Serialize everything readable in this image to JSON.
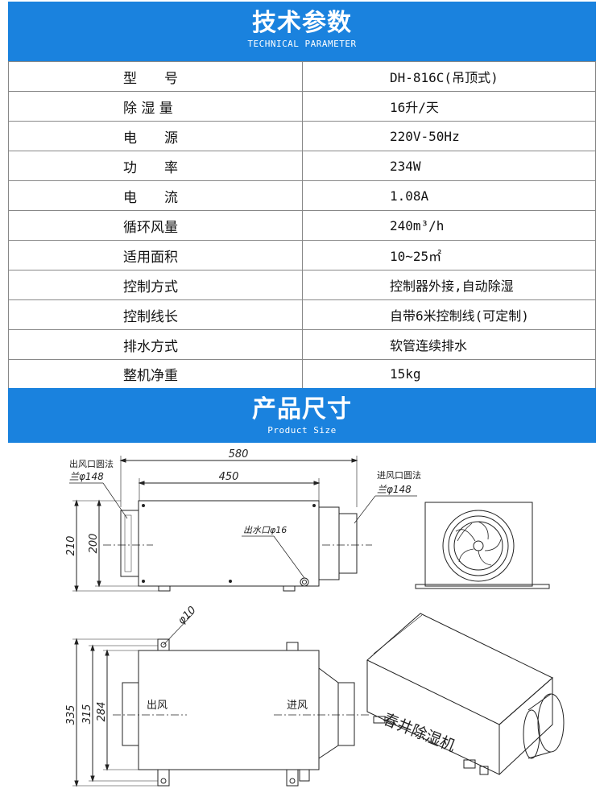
{
  "header": {
    "title": "技术参数",
    "subtitle": "TECHNICAL PARAMETER"
  },
  "specs": [
    {
      "label": "型　　号",
      "value": "DH-816C(吊顶式)"
    },
    {
      "label": "除 湿 量",
      "value": "16升/天"
    },
    {
      "label": "电　　源",
      "value": "220V-50Hz"
    },
    {
      "label": "功　　率",
      "value": "234W"
    },
    {
      "label": "电　　流",
      "value": "1.08A"
    },
    {
      "label": "循环风量",
      "value": "240m³/h"
    },
    {
      "label": "适用面积",
      "value": "10~25㎡"
    },
    {
      "label": "控制方式",
      "value": "控制器外接,自动除湿"
    },
    {
      "label": "控制线长",
      "value": "自带6米控制线(可定制)"
    },
    {
      "label": "排水方式",
      "value": "软管连续排水"
    },
    {
      "label": "整机净重",
      "value": "15kg"
    }
  ],
  "size_header": {
    "title": "产品尺寸",
    "subtitle": "Product Size"
  },
  "drawing": {
    "dim_580": "580",
    "dim_450": "450",
    "dim_210": "210",
    "dim_200": "200",
    "outlet_flange_line1": "出风口圆法",
    "outlet_flange_line2": "兰φ148",
    "inlet_flange_line1": "进风口圆法",
    "inlet_flange_line2": "兰φ148",
    "drain_label": "出水口φ16",
    "hole_label": "φ10",
    "dim_335": "335",
    "dim_315": "315",
    "dim_284": "284",
    "air_out_label": "出风",
    "air_in_label": "进风",
    "brand_text": "春井除湿机"
  }
}
